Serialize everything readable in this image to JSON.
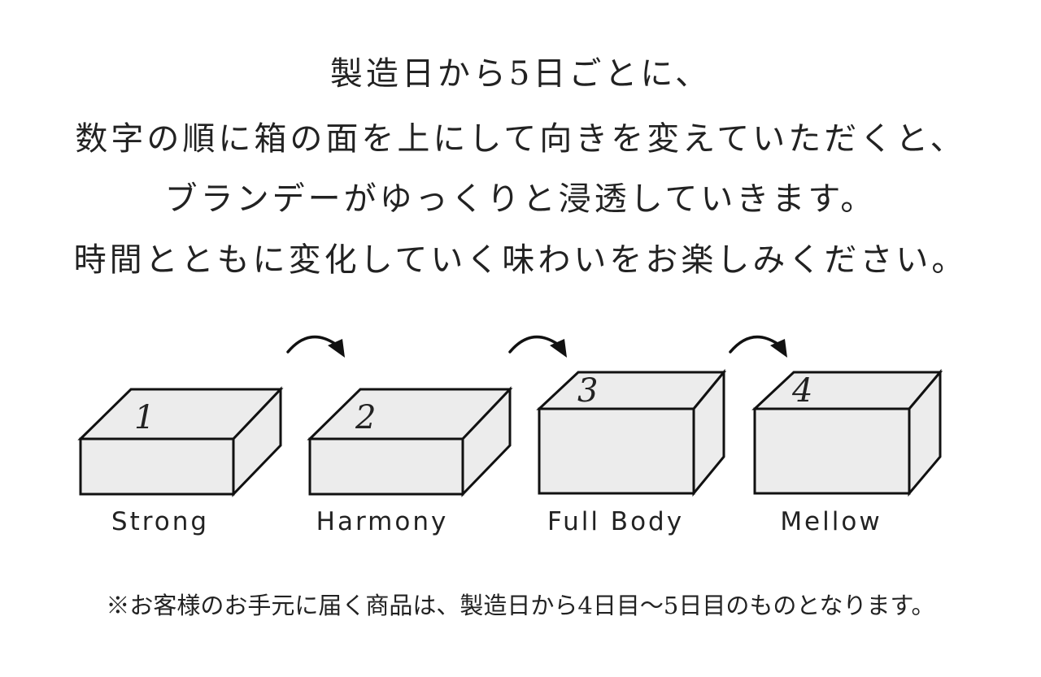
{
  "heading": {
    "line1": "製造日から5日ごとに、",
    "line2": "数字の順に箱の面を上にして向きを変えていただくと、",
    "line3": "ブランデーがゆっくりと浸透していきます。",
    "line4": "時間とともに変化していく味わいをお楽しみください。"
  },
  "boxes": [
    {
      "number": "1",
      "label": "Strong"
    },
    {
      "number": "2",
      "label": "Harmony"
    },
    {
      "number": "3",
      "label": "Full Body"
    },
    {
      "number": "4",
      "label": "Mellow"
    }
  ],
  "note": "※お客様のお手元に届く商品は、製造日から4日目〜5日目のものとなります。",
  "colors": {
    "box_fill": "#ececec",
    "stroke": "#111111",
    "text": "#222222"
  }
}
